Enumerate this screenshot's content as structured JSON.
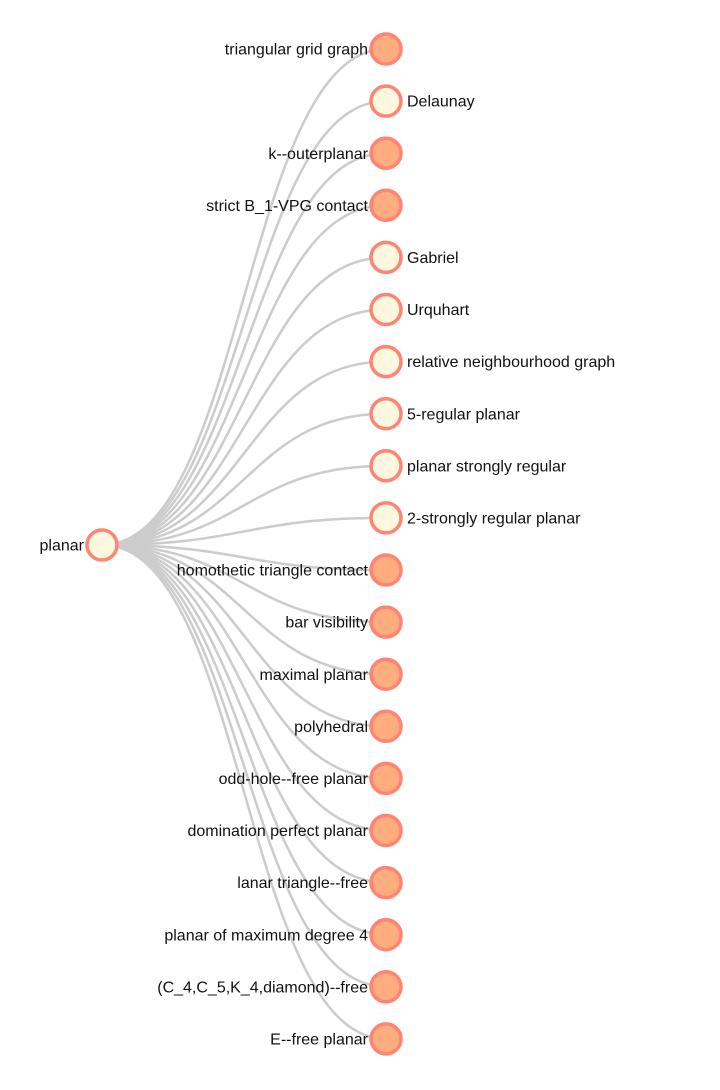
{
  "tree": {
    "root": {
      "label": "planar",
      "state": "expanded"
    },
    "children": [
      {
        "label": "triangular grid graph",
        "state": "collapsed"
      },
      {
        "label": "Delaunay",
        "state": "leaf"
      },
      {
        "label": "k--outerplanar",
        "state": "collapsed"
      },
      {
        "label": "strict B_1-VPG contact",
        "state": "collapsed"
      },
      {
        "label": "Gabriel",
        "state": "leaf"
      },
      {
        "label": "Urquhart",
        "state": "leaf"
      },
      {
        "label": "relative neighbourhood graph",
        "state": "leaf"
      },
      {
        "label": "5-regular planar",
        "state": "leaf"
      },
      {
        "label": "planar strongly regular",
        "state": "leaf"
      },
      {
        "label": "2-strongly regular planar",
        "state": "leaf"
      },
      {
        "label": "homothetic triangle contact",
        "state": "collapsed"
      },
      {
        "label": "bar visibility",
        "state": "collapsed"
      },
      {
        "label": "maximal planar",
        "state": "collapsed"
      },
      {
        "label": "polyhedral",
        "state": "collapsed"
      },
      {
        "label": "odd-hole--free planar",
        "state": "collapsed"
      },
      {
        "label": "domination perfect planar",
        "state": "collapsed"
      },
      {
        "label": "lanar triangle--free",
        "state": "collapsed"
      },
      {
        "label": "planar of maximum degree 4",
        "state": "collapsed"
      },
      {
        "label": "(C_4,C_5,K_4,diamond)--free",
        "state": "collapsed"
      },
      {
        "label": "E--free planar",
        "state": "collapsed"
      }
    ]
  },
  "colors": {
    "link": "#cccccc",
    "node_stroke": "#ff8472",
    "collapsed_fill": "#ffad7f",
    "leaf_fill": "#fff8e1",
    "expanded_fill": "#fff8e1",
    "text": "#111111"
  }
}
